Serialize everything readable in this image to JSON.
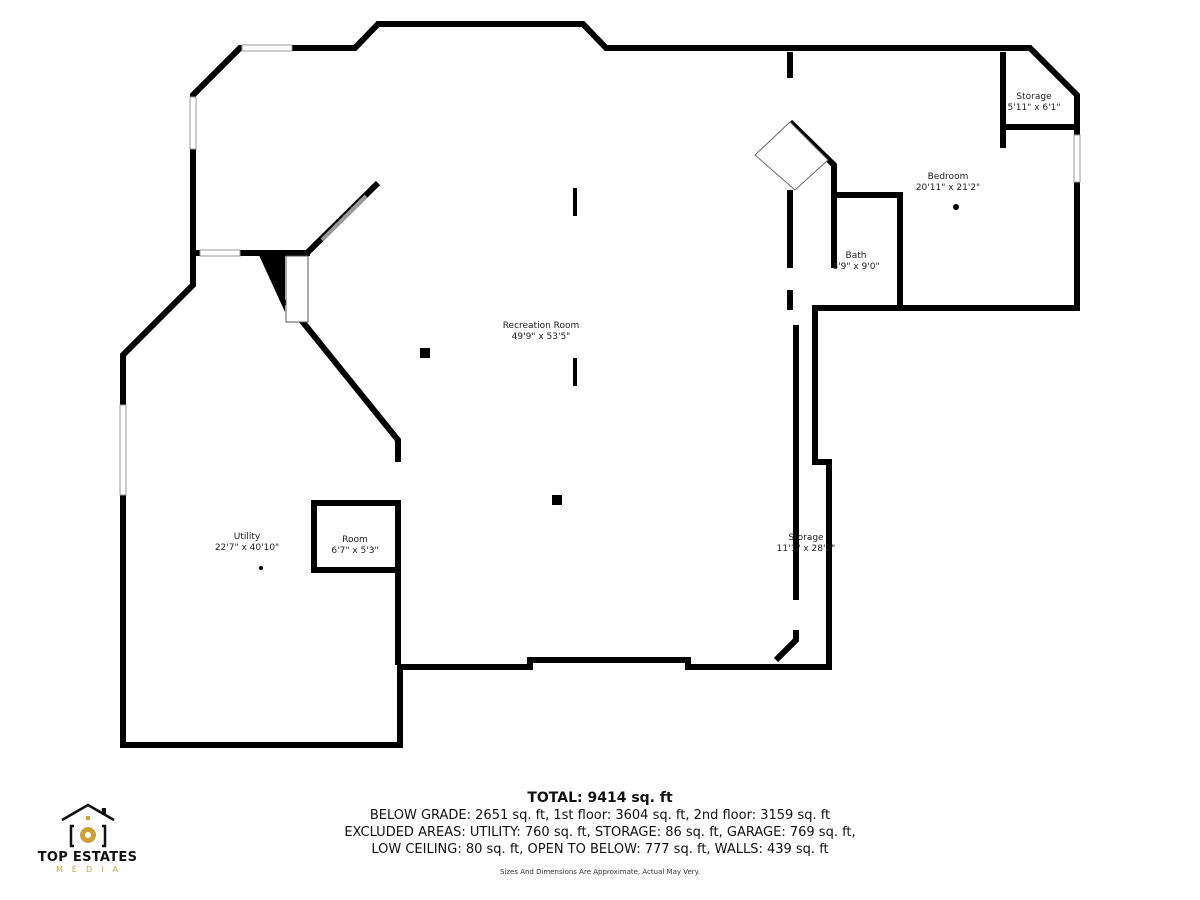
{
  "rooms": {
    "recreation": {
      "name": "Recreation Room",
      "dims": "49'9\" x 53'5\""
    },
    "bedroom": {
      "name": "Bedroom",
      "dims": "20'11\" x 21'2\""
    },
    "storage_small": {
      "name": "Storage",
      "dims": "5'11\" x 6'1\""
    },
    "bath": {
      "name": "Bath",
      "dims": "8'9\" x 9'0\""
    },
    "storage_long": {
      "name": "Storage",
      "dims": "11'1\" x 28'2\""
    },
    "utility": {
      "name": "Utility",
      "dims": "22'7\" x 40'10\""
    },
    "room": {
      "name": "Room",
      "dims": "6'7\" x 5'3\""
    }
  },
  "summary": {
    "total": "TOTAL: 9414 sq. ft",
    "line1": "BELOW GRADE: 2651 sq. ft, 1st floor: 3604 sq. ft, 2nd floor: 3159 sq. ft",
    "line2": "EXCLUDED AREAS: UTILITY: 760 sq. ft, STORAGE: 86 sq. ft, GARAGE: 769 sq. ft,",
    "line3": "LOW CEILING: 80 sq. ft, OPEN TO BELOW: 777 sq. ft, WALLS: 439 sq. ft",
    "note": "Sizes And Dimensions Are Approximate, Actual May Very."
  },
  "logo": {
    "line1": "TOP ESTATES",
    "line2": "MEDIA",
    "accent": "#c9a23a"
  },
  "colors": {
    "wall": "#000000",
    "background": "#ffffff"
  }
}
